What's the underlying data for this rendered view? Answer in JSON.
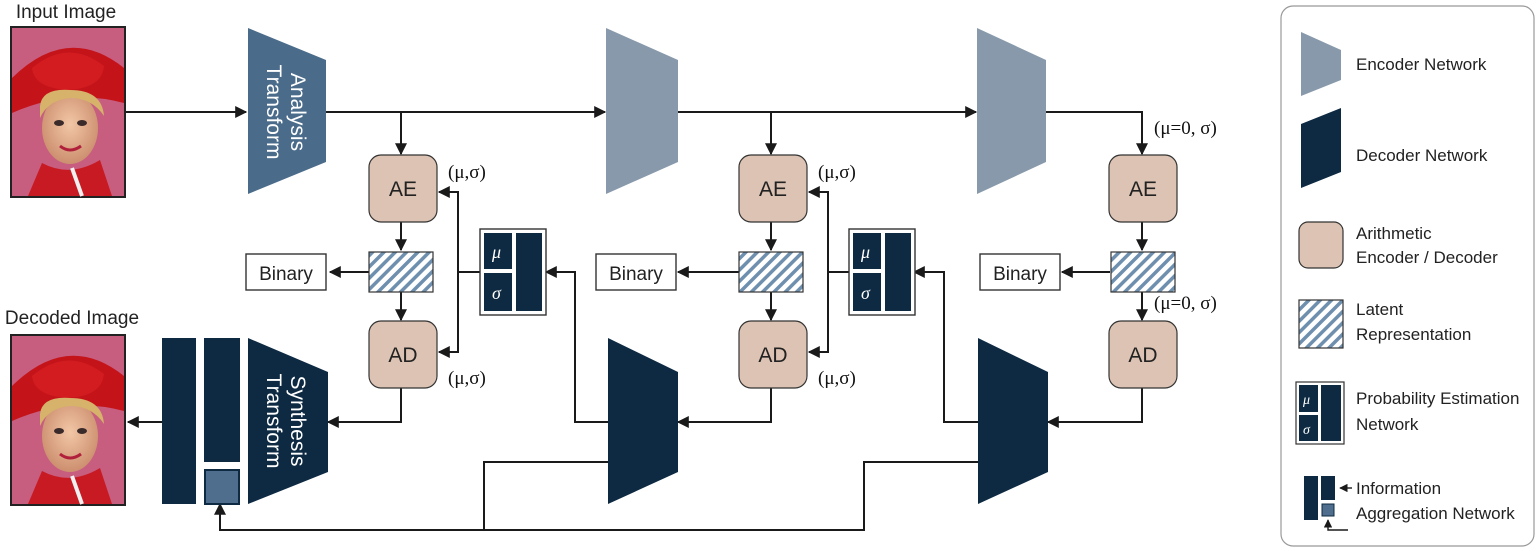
{
  "titles": {
    "input": "Input Image",
    "decoded": "Decoded Image"
  },
  "transforms": {
    "analysis": [
      "Analysis",
      "Transform"
    ],
    "synthesis": [
      "Synthesis",
      "Transform"
    ]
  },
  "stages": {
    "ae": "AE",
    "ad": "AD",
    "binary": "Binary",
    "pen_mu": "μ",
    "pen_sigma": "σ"
  },
  "params": {
    "mu_sigma": "(μ,σ)",
    "mu0_sigma": "(μ=0, σ)"
  },
  "legend": [
    {
      "kind": "encoder",
      "lines": [
        "Encoder Network"
      ]
    },
    {
      "kind": "decoder",
      "lines": [
        "Decoder Network"
      ]
    },
    {
      "kind": "coder",
      "lines": [
        "Arithmetic",
        "Encoder / Decoder"
      ]
    },
    {
      "kind": "latent",
      "lines": [
        "Latent",
        "Representation"
      ]
    },
    {
      "kind": "pen",
      "lines": [
        "Probability Estimation",
        "Network"
      ]
    },
    {
      "kind": "ian",
      "lines": [
        "Information",
        "Aggregation Network"
      ]
    }
  ],
  "colors": {
    "analysis": "#4a6b8a",
    "encoder": "#8799ab",
    "decoder": "#0d2a42",
    "coder": "#dcc3b3",
    "latent_stripe": "#6f8fae",
    "ian_small": "#4f6e8e"
  },
  "icons": {
    "portrait": "portrait-photo-icon"
  }
}
